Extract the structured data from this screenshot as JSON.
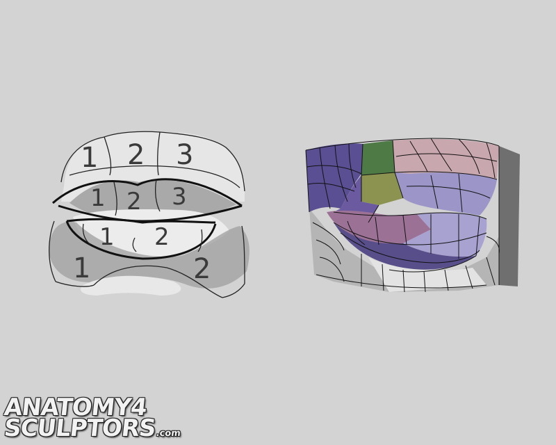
{
  "left_diagram": {
    "upper_zone_numbers": [
      "1",
      "2",
      "3"
    ],
    "upper_lip_numbers": [
      "1",
      "2",
      "3"
    ],
    "lower_lip_numbers": [
      "1",
      "2"
    ],
    "chin_numbers": [
      "1",
      "2"
    ]
  },
  "right_model": {
    "colors": {
      "purple": "#5a4f92",
      "green": "#4e7a45",
      "olive": "#8c9250",
      "pink": "#c8a7ae",
      "lavender": "#9c96c8",
      "magenta": "#9b7296",
      "gray": "#bdbdbd"
    }
  },
  "logo": {
    "line1": "ANATOMY4",
    "line2": "SCULPTORS",
    "suffix": ".com"
  }
}
